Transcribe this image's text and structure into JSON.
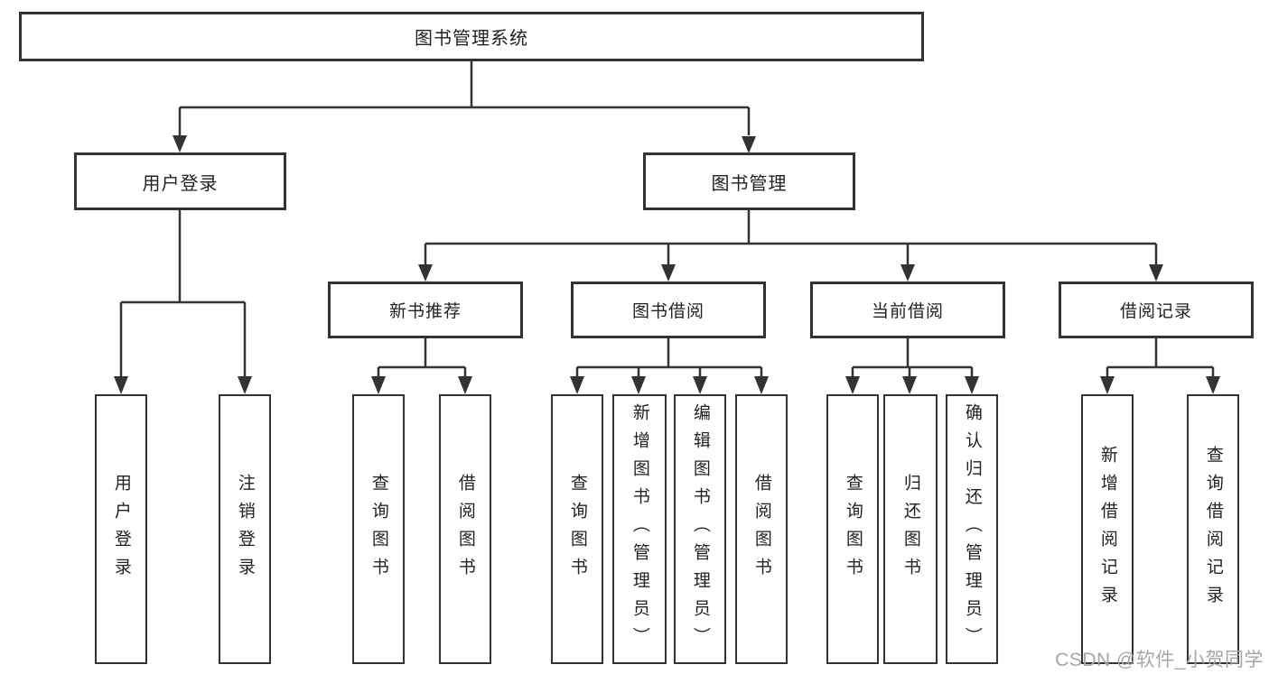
{
  "diagram": {
    "title": "图书管理系统",
    "tree": {
      "root": {
        "label": "图书管理系统"
      },
      "children": [
        {
          "label": "用户登录",
          "children": [
            {
              "label": "用户登录"
            },
            {
              "label": "注销登录"
            }
          ]
        },
        {
          "label": "图书管理",
          "children": [
            {
              "label": "新书推荐",
              "children": [
                {
                  "label": "查询图书"
                },
                {
                  "label": "借阅图书"
                }
              ]
            },
            {
              "label": "图书借阅",
              "children": [
                {
                  "label": "查询图书"
                },
                {
                  "label": "新增图书（管理员）"
                },
                {
                  "label": "编辑图书（管理员）"
                },
                {
                  "label": "借阅图书"
                }
              ]
            },
            {
              "label": "当前借阅",
              "children": [
                {
                  "label": "查询图书"
                },
                {
                  "label": "归还图书"
                },
                {
                  "label": "确认归还（管理员）"
                }
              ]
            },
            {
              "label": "借阅记录",
              "children": [
                {
                  "label": "新增借阅记录"
                },
                {
                  "label": "查询借阅记录"
                }
              ]
            }
          ]
        }
      ]
    },
    "colors": {
      "line": "#333333",
      "box_border": "#333333",
      "box_fill": "#ffffff",
      "text": "#222222",
      "watermark": "#a6a6a6",
      "background": "#ffffff"
    }
  },
  "watermark": {
    "text": "CSDN @软件_小贺同学"
  }
}
